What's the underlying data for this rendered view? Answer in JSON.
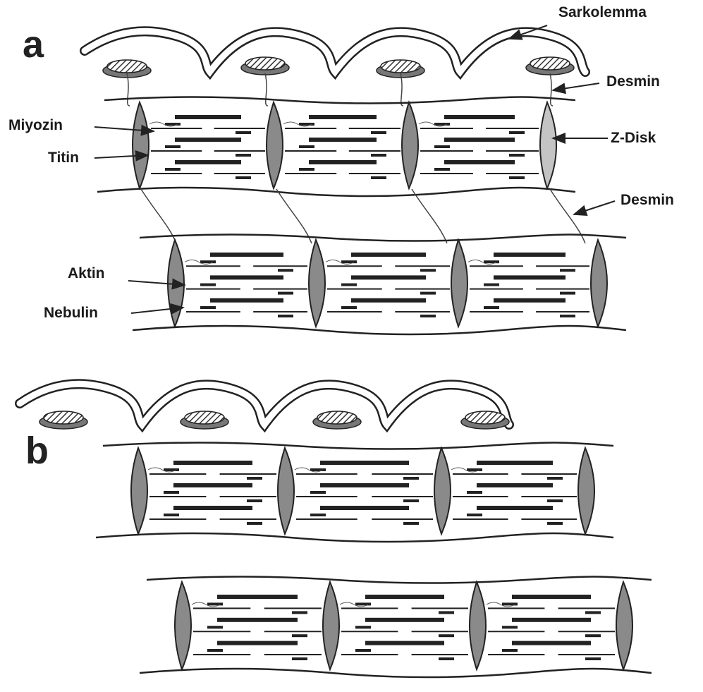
{
  "panels": {
    "a": "a",
    "b": "b"
  },
  "labels": {
    "sarkolemma": "Sarkolemma",
    "desmin_top": "Desmin",
    "desmin_mid": "Desmin",
    "miyozin": "Miyozin",
    "titin": "Titin",
    "z_disk": "Z-Disk",
    "aktin": "Aktin",
    "nebulin": "Nebulin"
  },
  "colors": {
    "ink": "#222222",
    "disk_fill": "#8a8a8a",
    "disk_light": "#c4c4c4",
    "background": "#ffffff"
  }
}
